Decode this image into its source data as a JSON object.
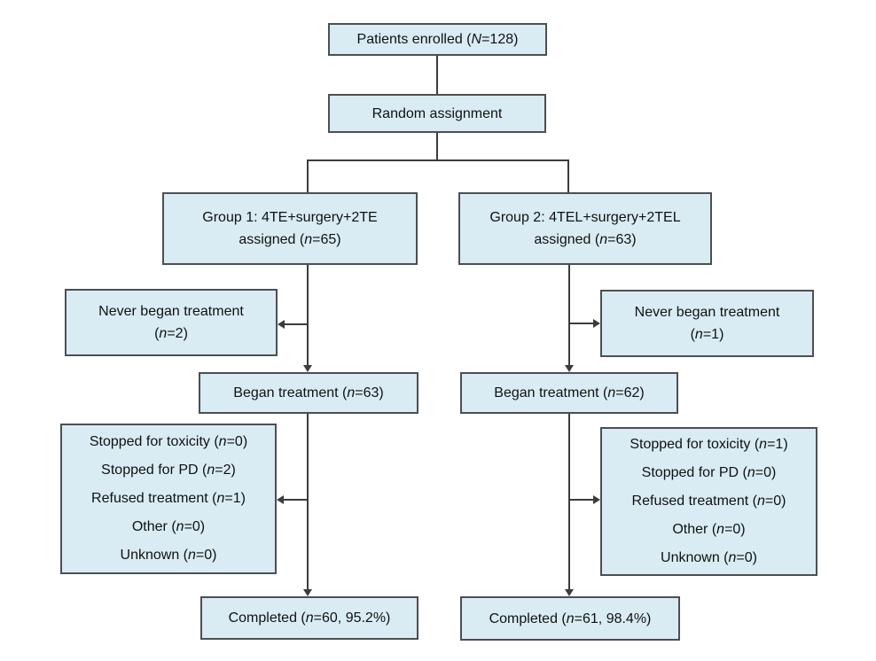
{
  "palette": {
    "box_fill": "#d9ecf4",
    "box_border": "#4d4f52",
    "connector": "#3a3c3e",
    "text": "#111111",
    "background": "#ffffff"
  },
  "flowchart": {
    "enrolled": {
      "lines": [
        {
          "pre": "Patients enrolled (",
          "it": "N",
          "post": "=128)"
        }
      ]
    },
    "random": {
      "lines": [
        {
          "pre": "Random assignment",
          "it": "",
          "post": ""
        }
      ]
    },
    "group1": {
      "lines": [
        {
          "pre": "Group 1: 4TE+surgery+2TE",
          "it": "",
          "post": ""
        },
        {
          "pre": "assigned (",
          "it": "n",
          "post": "=65)"
        }
      ]
    },
    "group2": {
      "lines": [
        {
          "pre": "Group 2: 4TEL+surgery+2TEL",
          "it": "",
          "post": ""
        },
        {
          "pre": "assigned (",
          "it": "n",
          "post": "=63)"
        }
      ]
    },
    "never1": {
      "lines": [
        {
          "pre": "Never began treatment",
          "it": "",
          "post": ""
        },
        {
          "pre": "(",
          "it": "n",
          "post": "=2)"
        }
      ]
    },
    "never2": {
      "lines": [
        {
          "pre": "Never began treatment",
          "it": "",
          "post": ""
        },
        {
          "pre": "(",
          "it": "n",
          "post": "=1)"
        }
      ]
    },
    "began1": {
      "lines": [
        {
          "pre": "Began treatment (",
          "it": "n",
          "post": "=63)"
        }
      ]
    },
    "began2": {
      "lines": [
        {
          "pre": "Began treatment (",
          "it": "n",
          "post": "=62)"
        }
      ]
    },
    "reasons1": {
      "lines": [
        {
          "pre": "Stopped for toxicity (",
          "it": "n",
          "post": "=0)"
        },
        {
          "pre": "Stopped for PD (",
          "it": "n",
          "post": "=2)"
        },
        {
          "pre": "Refused treatment (",
          "it": "n",
          "post": "=1)"
        },
        {
          "pre": "Other (",
          "it": "n",
          "post": "=0)"
        },
        {
          "pre": "Unknown (",
          "it": "n",
          "post": "=0)"
        }
      ]
    },
    "reasons2": {
      "lines": [
        {
          "pre": "Stopped for toxicity (",
          "it": "n",
          "post": "=1)"
        },
        {
          "pre": "Stopped for PD (",
          "it": "n",
          "post": "=0)"
        },
        {
          "pre": "Refused treatment (",
          "it": "n",
          "post": "=0)"
        },
        {
          "pre": "Other (",
          "it": "n",
          "post": "=0)"
        },
        {
          "pre": "Unknown (",
          "it": "n",
          "post": "=0)"
        }
      ]
    },
    "completed1": {
      "lines": [
        {
          "pre": "Completed (",
          "it": "n",
          "post": "=60, 95.2%)"
        }
      ]
    },
    "completed2": {
      "lines": [
        {
          "pre": "Completed (",
          "it": "n",
          "post": "=61, 98.4%)"
        }
      ]
    }
  }
}
